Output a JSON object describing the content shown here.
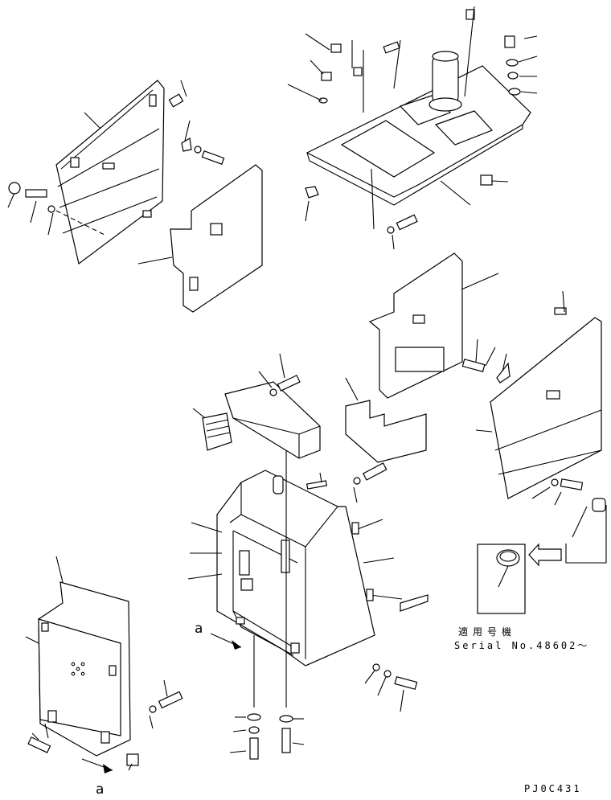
{
  "letters": {
    "view_a_top": "a",
    "view_a_bottom": "a"
  },
  "inset": {
    "applicability_label": "適用号機",
    "serial_text": "Serial No.48602～"
  },
  "drawing_code": "PJ0C431"
}
